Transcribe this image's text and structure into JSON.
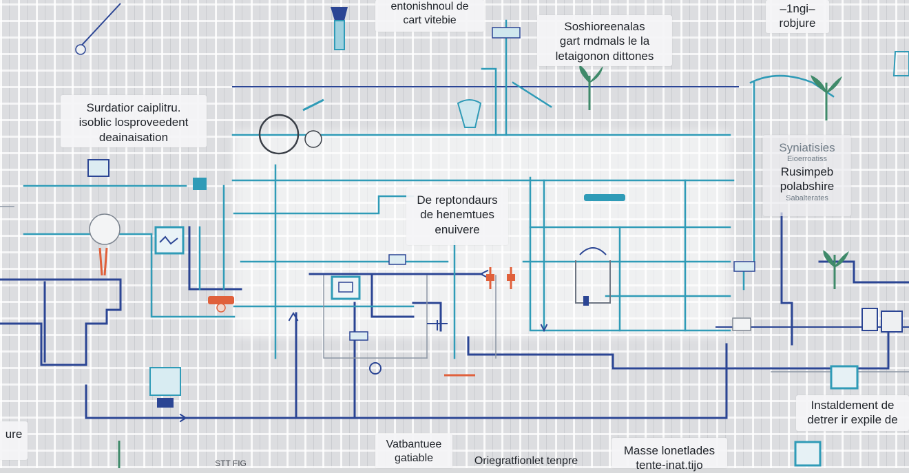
{
  "labels": {
    "top_center": [
      "entonishnoul de",
      "cart vitebie"
    ],
    "top_right_center": [
      "Soshioreenalas",
      "gart rndmals le la",
      "letaigonon dittones"
    ],
    "top_right_corner": [
      "–1ngi–",
      "robjure"
    ],
    "left_upper": [
      "Surdatior caiplitru.",
      "isoblic losproveedent",
      "deainaisation"
    ],
    "center": [
      "De reptondaurs",
      "de henemtues",
      "enuivere"
    ],
    "right_panel": [
      "Syniatisies",
      "Eioerroatiss",
      "Rusimpeb",
      "polabshire",
      "Sabalterates"
    ],
    "bottom_right": [
      "Instaldement de",
      "detrer ir expile de"
    ],
    "bottom_left": [
      "ure"
    ],
    "bottom_center_left": [
      "Vatbantuee",
      "gatiable"
    ],
    "bottom_center": [
      "Oriegratfionlet tenpre"
    ],
    "bottom_center_right": [
      "Masse lonetlades",
      "tente-inat.tijo"
    ],
    "bottom_far_left": [
      "STT FIG"
    ]
  },
  "colors": {
    "dark_blue": "#2b4594",
    "teal": "#2f9bb7",
    "light_teal": "#4bb4cf",
    "accent_orange": "#e0603b",
    "plant_green": "#3f8a6a"
  },
  "icons": [
    "valve-icon",
    "pump-icon",
    "plant-icon",
    "filter-icon",
    "gauge-icon",
    "sprinkler-icon",
    "tank-icon",
    "control-box-icon"
  ]
}
